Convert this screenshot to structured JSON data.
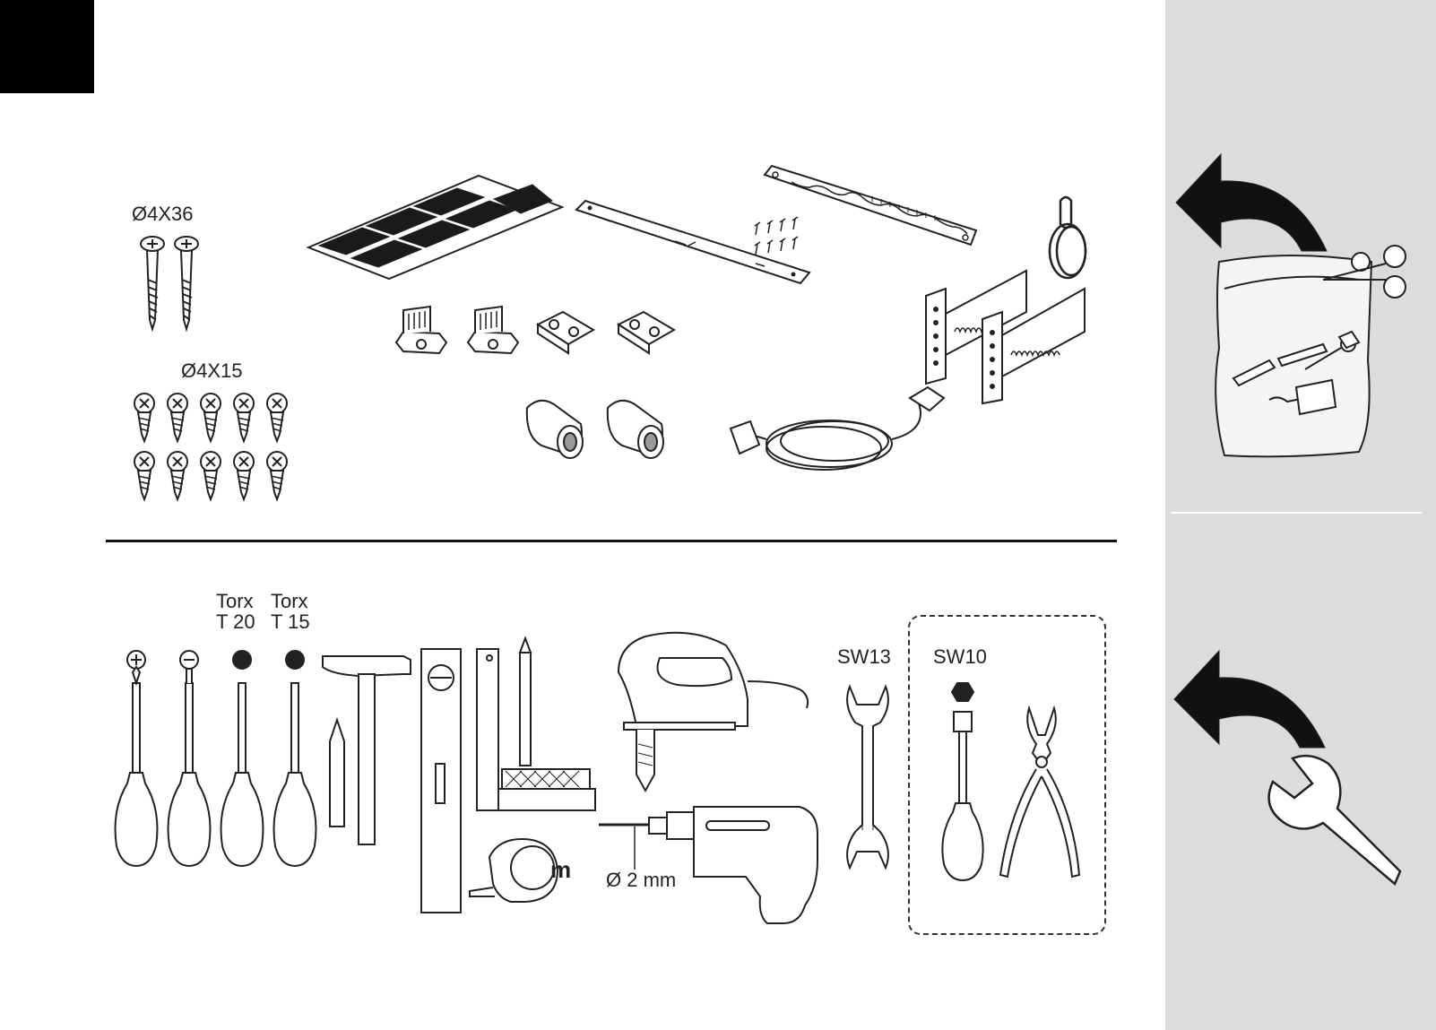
{
  "parts": {
    "screw_long_label": "Ø4X36",
    "screw_short_label": "Ø4X15"
  },
  "tools": {
    "torx20_line1": "Torx",
    "torx20_line2": "T 20",
    "torx15_line1": "Torx",
    "torx15_line2": "T 15",
    "drill_bit_label": "Ø 2 mm",
    "tape_measure_mark": "m",
    "wrench_label": "SW13",
    "optional_socket_label": "SW10"
  },
  "colors": {
    "side_panel": "#dcdcdc",
    "ink": "#111111"
  }
}
